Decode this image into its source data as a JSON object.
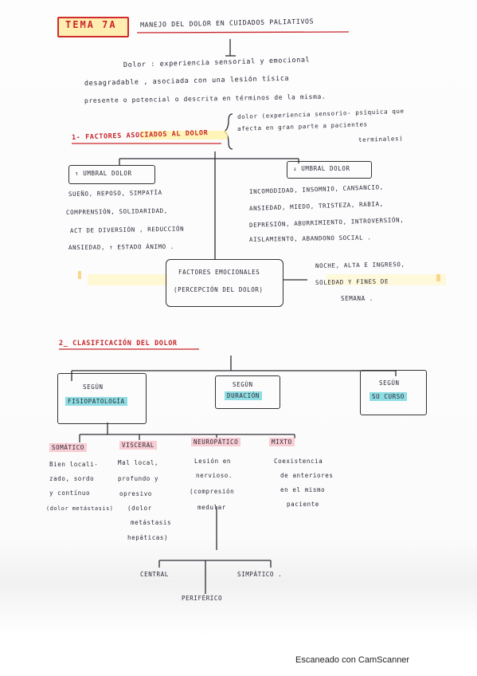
{
  "header": {
    "tema": "TEMA 7A",
    "title": "MANEJO DEL DOLOR EN CUIDADOS PALIATIVOS"
  },
  "definition": [
    "Dolor : experiencia sensorial y emocional",
    "desagradable , asociada con una lesión tísica",
    "presente o potencial o descrita en términos de la misma."
  ],
  "section1": {
    "title": "1- FACTORES ASOCIADOS AL DOLOR",
    "note": [
      "dolor (experiencia sensorio- psíquica que",
      "afecta en gran parte a pacientes",
      "terminales)"
    ],
    "up_box": "↑ UMBRAL DOLOR",
    "up_items": [
      "SUEÑO, REPOSO, SIMPATÍA",
      "COMPRENSIÓN, SOLIDARIDAD,",
      "ACT DE DIVERSIÓN , REDUCCIÓN",
      "ANSIEDAD, ↑ ESTADO ÁNIMO ."
    ],
    "down_box": "↓ UMBRAL DOLOR",
    "down_items": [
      "INCOMODIDAD, INSOMNIO, CANSANCIO,",
      "ANSIEDAD, MIEDO, TRISTEZA, RABIA,",
      "DEPRESIÓN, ABURRIMIENTO, INTROVERSIÓN,",
      "AISLAMIENTO, ABANDONO SOCIAL ."
    ],
    "emotional_box": [
      "FACTORES EMOCIONALES",
      "(PERCEPCIÓN DEL DOLOR)"
    ],
    "emotional_note": [
      "NOCHE, ALTA E INGRESO,",
      "SOLEDAD Y FINES DE",
      "SEMANA ."
    ]
  },
  "section2": {
    "title": "2_ CLASIFICACIÓN DEL DOLOR",
    "branches": [
      {
        "top": "SEGÚN",
        "bottom": "FISIOPATOLOGÍA"
      },
      {
        "top": "SEGÚN",
        "bottom": "DURACIÓN"
      },
      {
        "top": "SEGÚN",
        "bottom": "SU CURSO"
      }
    ],
    "types": [
      {
        "label": "SOMÁTICO",
        "desc": [
          "Bien locali-",
          "zado, sordo",
          "y contínuo",
          "(dolor metástasis)"
        ]
      },
      {
        "label": "VISCERAL",
        "desc": [
          "Mal local,",
          "profundo y",
          "opresivo",
          "(dolor",
          "metástasis",
          "hepáticas)"
        ]
      },
      {
        "label": "NEUROPÁTICO",
        "desc": [
          "Lesión en",
          "nervioso.",
          "(compresión",
          "medular"
        ]
      },
      {
        "label": "MIXTO",
        "desc": [
          "Coexistencia",
          "de anteriores",
          "en el mismo",
          "paciente"
        ]
      }
    ],
    "neuro_sub": [
      "CENTRAL",
      "PERIFÉRICO",
      "SIMPÁTICO ."
    ]
  },
  "footer": "Escaneado con CamScanner",
  "colors": {
    "ink": "#2b2736",
    "red": "#c8262a",
    "highlight_yellow": "#fff3a8",
    "highlight_cyan": "#8fdde2",
    "highlight_pink": "#f8cdd4"
  }
}
